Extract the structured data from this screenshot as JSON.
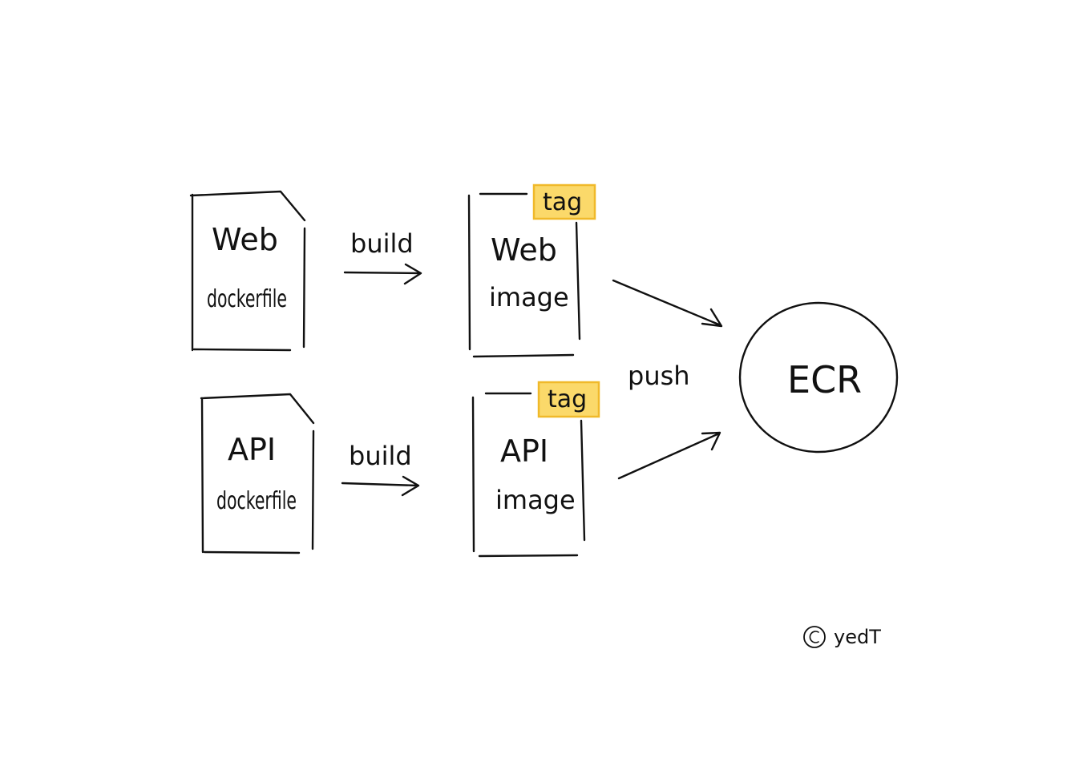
{
  "nodes": {
    "web_dockerfile": {
      "line1": "Web",
      "line2": "dockerfile"
    },
    "api_dockerfile": {
      "line1": "API",
      "line2": "dockerfile"
    },
    "web_image": {
      "line1": "Web",
      "line2": "image",
      "tag": "tag"
    },
    "api_image": {
      "line1": "API",
      "line2": "image",
      "tag": "tag"
    },
    "ecr": {
      "label": "ECR"
    }
  },
  "edges": {
    "build_web": "build",
    "build_api": "build",
    "push": "push"
  },
  "copyright": "yedT",
  "colors": {
    "ink": "#111111",
    "tag_fill": "#fbd96a",
    "tag_border": "#f0b92a",
    "background": "#ffffff"
  }
}
